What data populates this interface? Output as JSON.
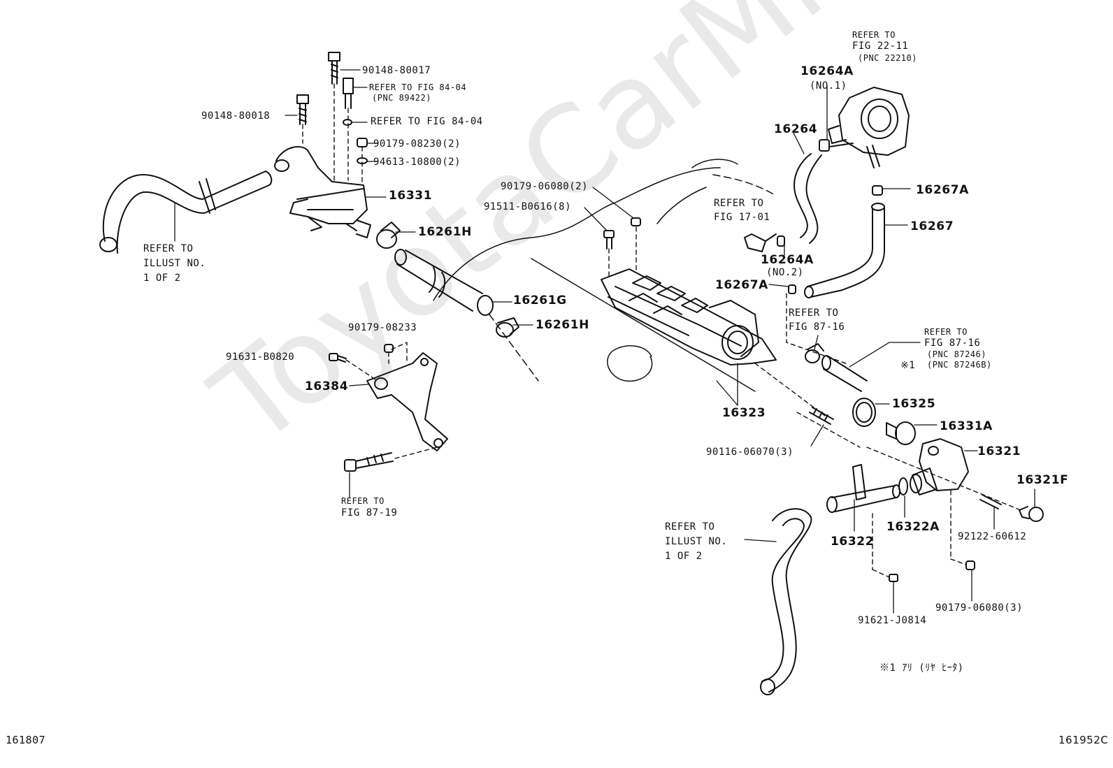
{
  "watermark": "ToyotaCarMine.ru",
  "footer": {
    "left_code": "161807",
    "right_code": "161952C"
  },
  "note_jp": "※1 ｱﾘ (ﾘﾔ ﾋｰﾀ)",
  "labels": {
    "p90148_80017": "90148-80017",
    "refer_84_04_a": "REFER TO FIG 84-04",
    "pnc_89422": "(PNC 89422)",
    "p90148_80018": "90148-80018",
    "refer_84_04_b": "REFER TO FIG 84-04",
    "p90179_08230": "90179-08230(2)",
    "p94613_10800": "94613-10800(2)",
    "p16331": "16331",
    "p16261H_a": "16261H",
    "refer_illust_a_1": "REFER TO",
    "refer_illust_a_2": "ILLUST NO.",
    "refer_illust_a_3": "1 OF 2",
    "p90179_06080_2": "90179-06080(2)",
    "p91511_B0616": "91511-B0616(8)",
    "p16261G": "16261G",
    "p16261H_b": "16261H",
    "p90179_08233": "90179-08233",
    "p91631_B0820": "91631-B0820",
    "p16384": "16384",
    "refer_87_19_1": "REFER TO",
    "refer_87_19_2": "FIG 87-19",
    "refer_22_11_1": "REFER TO",
    "refer_22_11_2": "FIG 22-11",
    "pnc_22210": "(PNC 22210)",
    "p16264A_no1": "16264A",
    "no1": "(NO.1)",
    "p16264": "16264",
    "p16267A_a": "16267A",
    "p16267": "16267",
    "refer_17_01_1": "REFER TO",
    "refer_17_01_2": "FIG 17-01",
    "p16264A_no2": "16264A",
    "no2": "(NO.2)",
    "p16267A_b": "16267A",
    "refer_87_16_a_1": "REFER TO",
    "refer_87_16_a_2": "FIG 87-16",
    "refer_87_16_b_1": "REFER TO",
    "refer_87_16_b_2": "FIG 87-16",
    "pnc_87246": "(PNC 87246)",
    "pnc_87246B": "(PNC 87246B)",
    "note_mark": "※1",
    "p16323": "16323",
    "p16325": "16325",
    "p16331A": "16331A",
    "p16321": "16321",
    "p90116_06070": "90116-06070(3)",
    "p16321F": "16321F",
    "refer_illust_b_1": "REFER TO",
    "refer_illust_b_2": "ILLUST NO.",
    "refer_illust_b_3": "1 OF 2",
    "p16322": "16322",
    "p16322A": "16322A",
    "p92122_60612": "92122-60612",
    "p91621_J0814": "91621-J0814",
    "p90179_06080_3": "90179-06080(3)"
  }
}
